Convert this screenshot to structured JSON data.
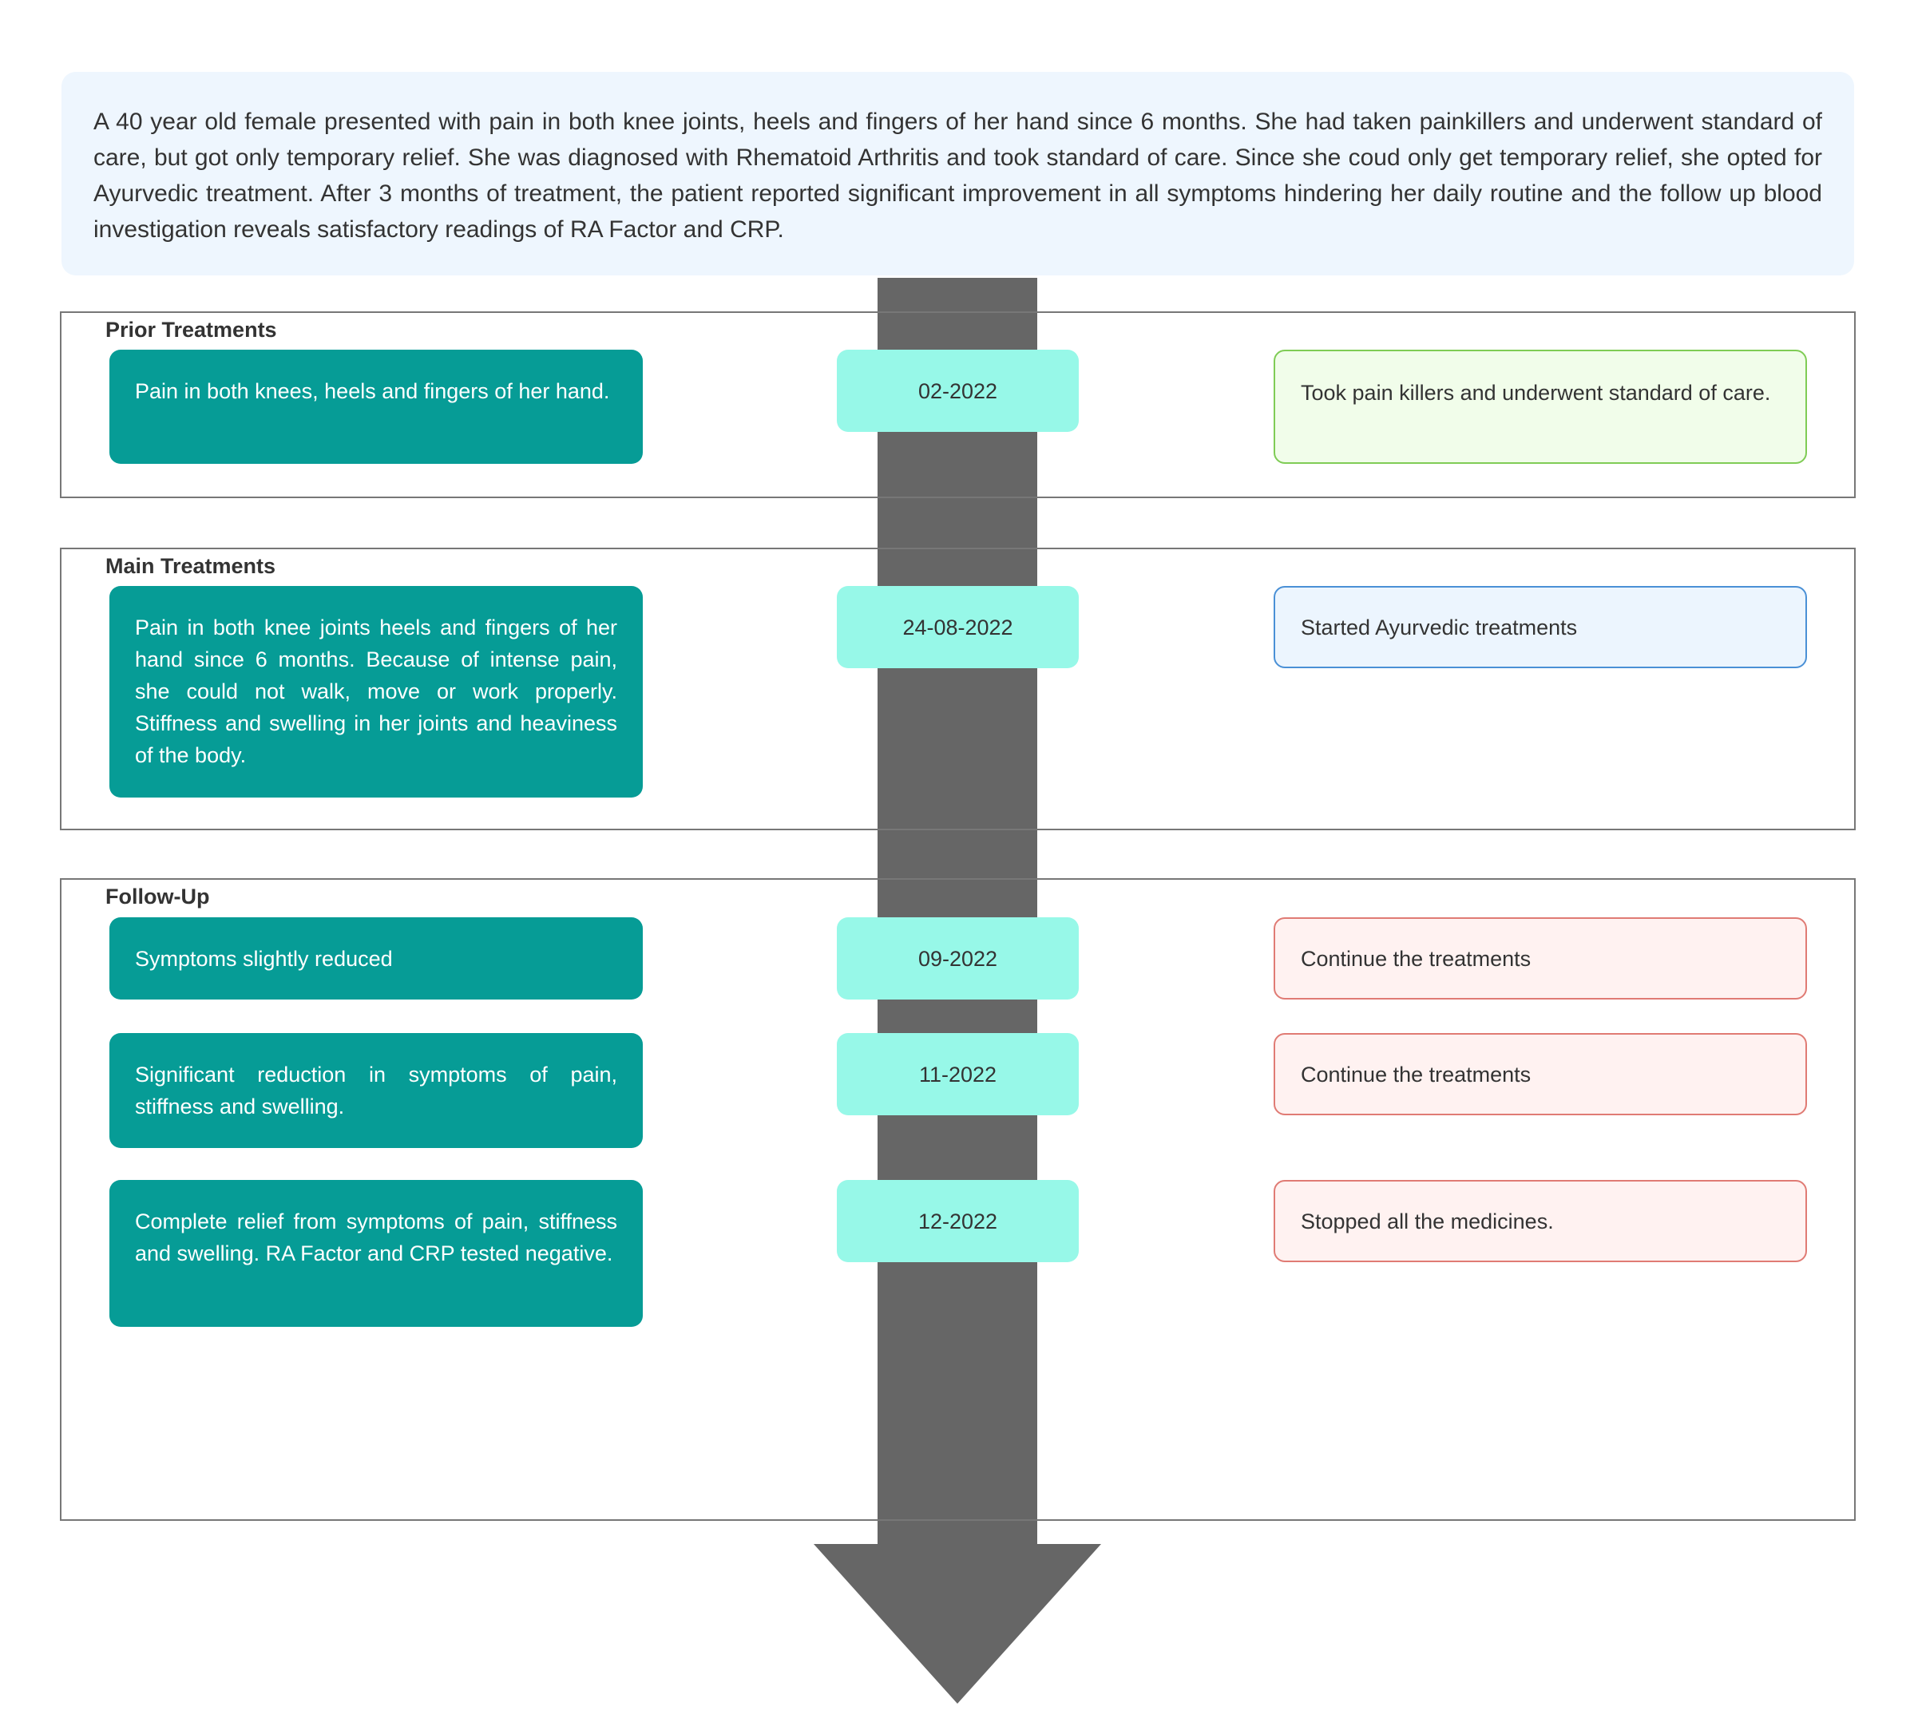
{
  "summary": "A 40 year old female presented with pain in both knee joints, heels and fingers of her hand since 6 months. She had taken painkillers and underwent standard of care, but got only temporary relief. She was diagnosed with Rhematoid Arthritis and took standard of care. Since she coud only get temporary relief, she opted for Ayurvedic treatment. After 3 months of treatment, the patient reported significant improvement in all symptoms hindering her daily routine and the follow up blood investigation reveals satisfactory readings of RA Factor and CRP.",
  "sections": {
    "prior": {
      "title": "Prior Treatments",
      "entries": [
        {
          "symptom": "Pain in both knees, heels and fingers of her hand.",
          "date": "02-2022",
          "action": "Took pain killers and underwent standard of care."
        }
      ]
    },
    "main": {
      "title": "Main Treatments",
      "entries": [
        {
          "symptom": "Pain in both knee joints heels and fingers of her hand since 6 months. Because of intense pain, she could not walk, move or work properly. Stiffness and swelling in her joints and heaviness of the body.",
          "date": "24-08-2022",
          "action": "Started Ayurvedic treatments"
        }
      ]
    },
    "followup": {
      "title": "Follow-Up",
      "entries": [
        {
          "symptom": "Symptoms slightly reduced",
          "date": "09-2022",
          "action": "Continue the treatments"
        },
        {
          "symptom": "Significant reduction in symptoms of pain, stiffness and swelling.",
          "date": "11-2022",
          "action": "Continue the treatments"
        },
        {
          "symptom": "Complete relief from symptoms of pain, stiffness and swelling. RA Factor and CRP tested negative.",
          "date": "12-2022",
          "action": "Stopped all the medicines."
        }
      ]
    }
  },
  "colors": {
    "symptom_box": "#069c96",
    "date_box": "#97f8e8",
    "arrow": "#666666",
    "summary_bg": "#eef6fe",
    "prior_action_border": "#7fcc55",
    "main_action_border": "#4a90d6",
    "followup_action_border": "#e07b74"
  }
}
